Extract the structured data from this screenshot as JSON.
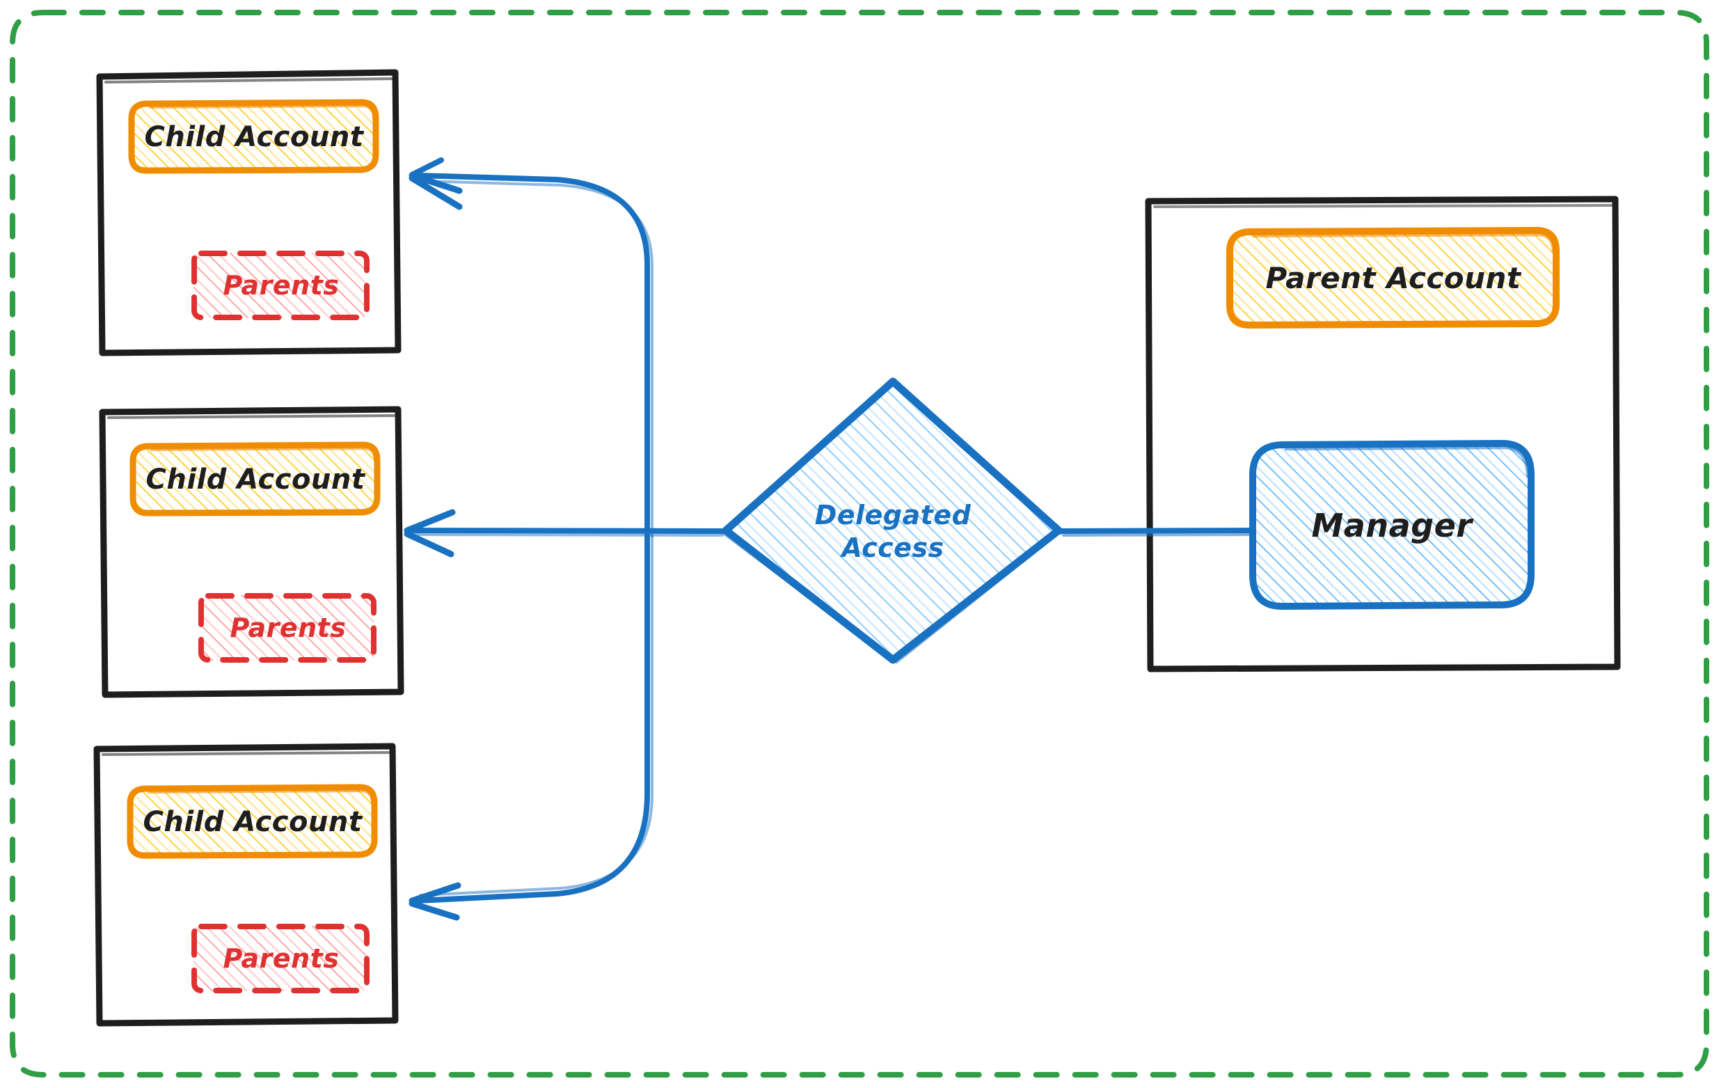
{
  "diagram": {
    "title": "Delegated Access",
    "boundary": {
      "name": "organization-boundary",
      "style": "dashed",
      "color": "#2f9e44"
    },
    "colors": {
      "boundary_green": "#2f9e44",
      "container_black": "#1e1e1e",
      "account_orange": "#f08c00",
      "account_fill": "#ffec99",
      "parents_red": "#e03131",
      "parents_fill": "#ffc9c9",
      "access_blue": "#1971c2",
      "access_fill": "#a5d8ff",
      "arrow_blue": "#1971c2",
      "text_dark": "#1e1e1e"
    },
    "left_column": {
      "name": "child-accounts-column",
      "containers": [
        {
          "id": "child-container-1",
          "account_label": "Child Account",
          "parents_label": "Parents"
        },
        {
          "id": "child-container-2",
          "account_label": "Child Account",
          "parents_label": "Parents"
        },
        {
          "id": "child-container-3",
          "account_label": "Child Account",
          "parents_label": "Parents"
        }
      ]
    },
    "center": {
      "name": "delegated-access-node",
      "shape": "diamond",
      "label_line1": "Delegated",
      "label_line2": "Access"
    },
    "right_column": {
      "name": "parent-account-container",
      "account_label": "Parent Account",
      "manager_label": "Manager"
    },
    "edges": [
      {
        "name": "edge-access-to-child-1",
        "from": "delegated-access",
        "to": "child-container-1",
        "direction": "to-child",
        "arrowhead": true
      },
      {
        "name": "edge-access-to-child-2",
        "from": "delegated-access",
        "to": "child-container-2",
        "direction": "to-child",
        "arrowhead": true
      },
      {
        "name": "edge-access-to-child-3",
        "from": "delegated-access",
        "to": "child-container-3",
        "direction": "to-child",
        "arrowhead": true
      },
      {
        "name": "edge-manager-to-access",
        "from": "manager",
        "to": "delegated-access",
        "direction": "to-access",
        "arrowhead": false
      }
    ]
  }
}
